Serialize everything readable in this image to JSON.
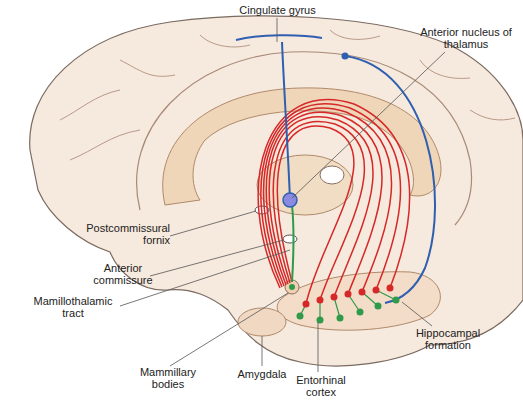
{
  "diagram": {
    "labels": [
      "Cingulate gyrus",
      "Anterior nucleus of thalamus",
      "Postcommissural fornix",
      "Anterior commissure",
      "Mamillothalamic tract",
      "Mammillary bodies",
      "Amygdala",
      "Entorhinal cortex",
      "Hippocampal formation"
    ]
  }
}
